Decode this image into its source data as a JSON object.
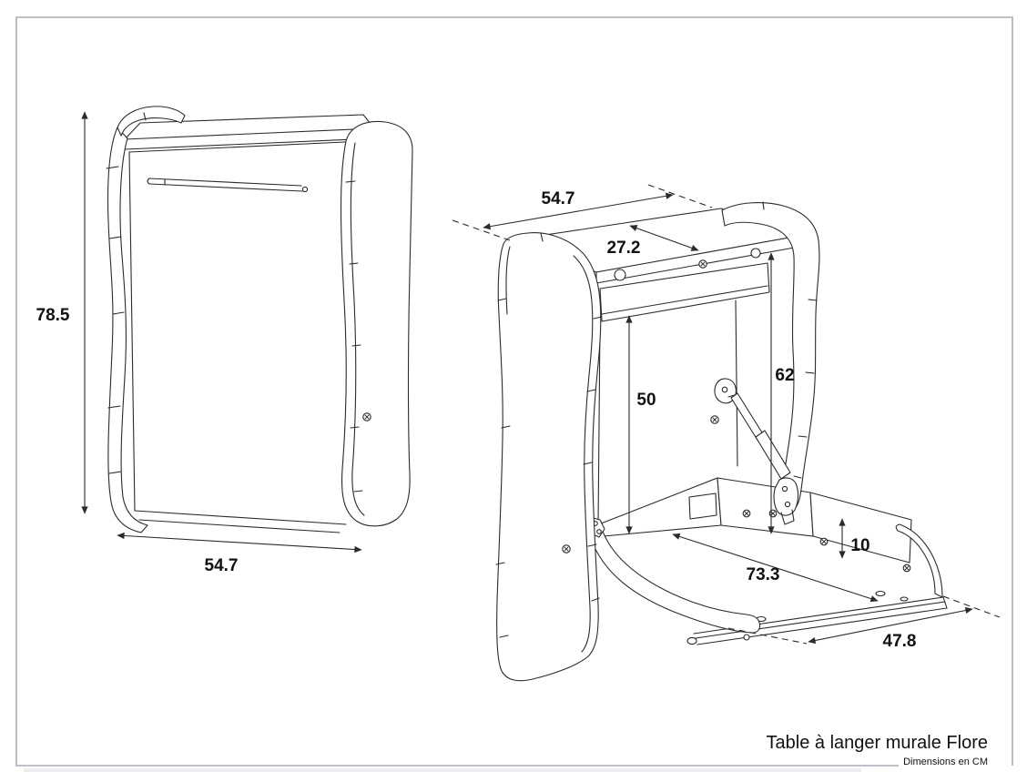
{
  "title_block": {
    "title": "Table à langer murale Flore",
    "units_note": "Dimensions en CM"
  },
  "dimensions": {
    "closed_height": "78.5",
    "closed_width": "54.7",
    "open_top_width": "54.7",
    "open_top_depth": "27.2",
    "under_shelf_clearance": "50",
    "shelf_to_tray_height": "62",
    "tray_wall_height": "10",
    "open_total_depth": "73.3",
    "tray_front_width": "47.8"
  },
  "views": {
    "closed_view": "changing table closed (front isometric)",
    "open_view": "changing table open (tray folded down with gas strut)"
  },
  "colors": {
    "drawing_line": "#2b2b2b",
    "frame_border": "#a9adb5",
    "text": "#111111",
    "background": "#ffffff"
  }
}
